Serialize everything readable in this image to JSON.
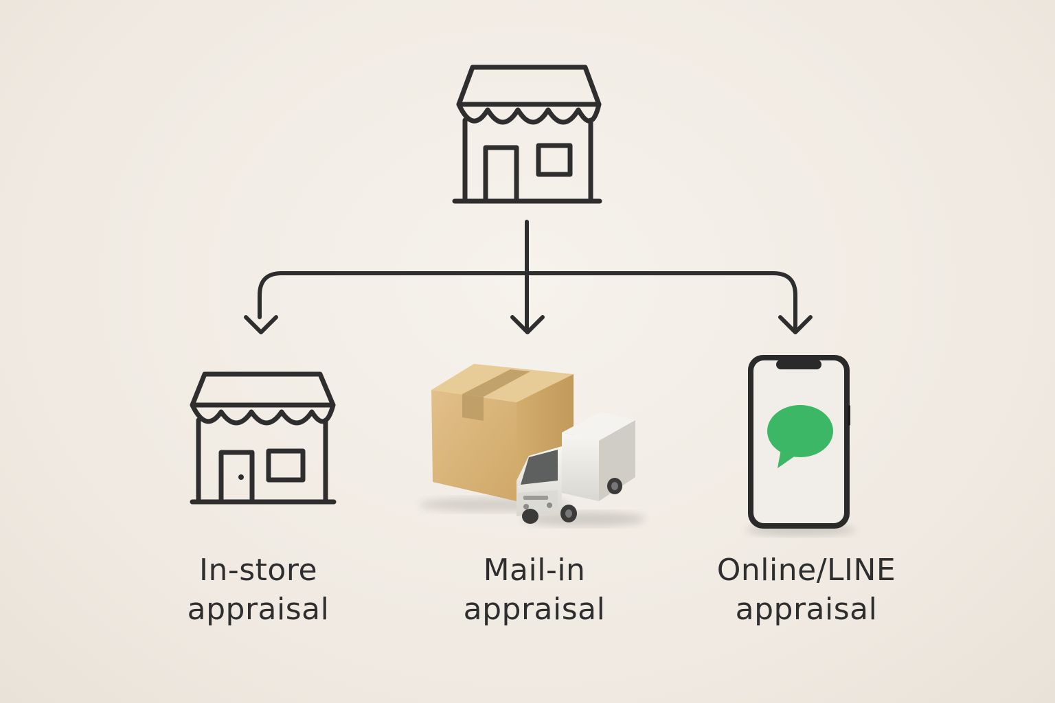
{
  "colors": {
    "line": "#2e2e2e",
    "background": "#f2ede6",
    "box": "#d9b57a",
    "tape": "#b99a62",
    "chat_bubble": "#3cb765",
    "truck": "#ecebe7"
  },
  "root": {
    "icon": "storefront-icon"
  },
  "branches": [
    {
      "icon": "storefront-icon",
      "label_line1": "In-store",
      "label_line2": "appraisal"
    },
    {
      "icon": "package-truck-icon",
      "label_line1": "Mail-in",
      "label_line2": "appraisal"
    },
    {
      "icon": "smartphone-chat-icon",
      "label_line1": "Online/LINE",
      "label_line2": "appraisal"
    }
  ]
}
